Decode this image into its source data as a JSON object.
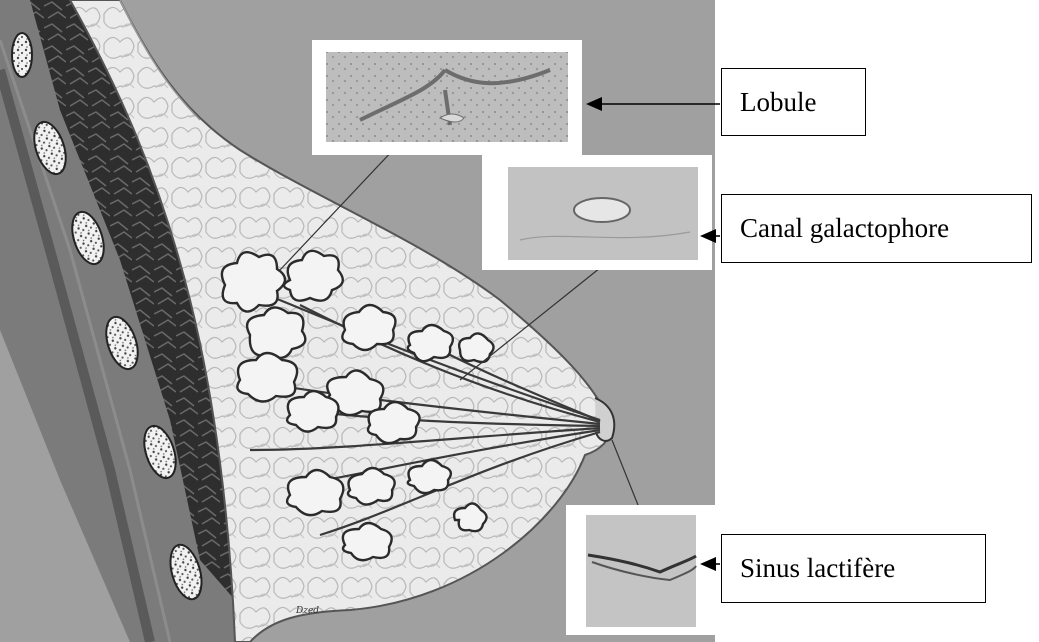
{
  "labels": {
    "lobule": "Lobule",
    "canal": "Canal galactophore",
    "sinus": "Sinus lactifère"
  },
  "colors": {
    "background_panel": "#9d9d9d",
    "tissue": "#e8e8e8",
    "muscle": "#3a3a3a",
    "line": "#000000"
  },
  "artist_signature": "Dzed"
}
